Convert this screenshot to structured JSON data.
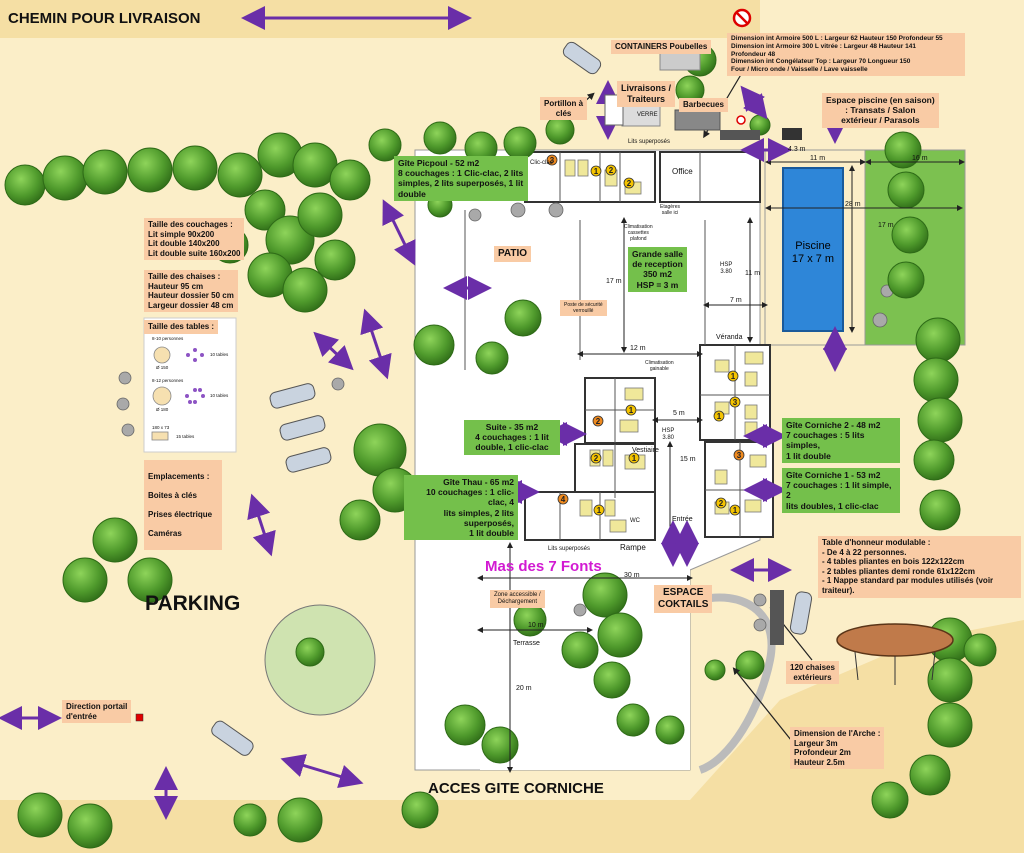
{
  "labels": {
    "chemin": "CHEMIN POUR LIVRAISON",
    "parking": "PARKING",
    "acces": "ACCES GITE CORNICHE",
    "mas": "Mas des 7 Fonts",
    "patio": "PATIO",
    "espace_coktails": "ESPACE\nCOKTAILS",
    "piscine": "Piscine\n17 x 7 m",
    "containers": "CONTAINERS Poubelles",
    "livraisons": "Livraisons /\nTraiteurs",
    "barbecues": "Barbecues",
    "portillon": "Portillon à\nclés",
    "armoire": "Dimension int Armoire 500 L : Largeur 62 Hauteur 150 Profondeur 55\nDimension int Armoire 300 L vitrée : Largeur 48 Hauteur 141\nProfondeur 48\nDimension int Congélateur Top : Largeur 70 Longueur 150\nFour / Micro onde / Vaisselle / Lave vaisselle",
    "espace_piscine": "Espace piscine (en saison)\n: Transats / Salon\nextérieur / Parasols",
    "gite_picpoul": "Gîte Picpoul - 52 m2\n8 couchages : 1 Clic-clac, 2 lits\nsimples, 2 lits superposés, 1 lit\ndouble",
    "grande_salle": "Grande salle\nde reception\n350 m2\nHSP = 3 m",
    "suite": "Suite - 35 m2\n4 couchages : 1 lit\ndouble, 1 clic-clac",
    "gite_thau": "Gîte Thau - 65 m2\n10 couchages : 1 clic-clac, 4\nlits simples, 2 lits\nsuperposés,\n1 lit double",
    "corniche2": "Gîte Corniche 2 - 48 m2\n7 couchages : 5 lits simples,\n1 lit double",
    "corniche1": "Gîte Corniche 1 - 53 m2\n7 couchages : 1 lit simple, 2\nlits doubles, 1 clic-clac",
    "taille_couchages": "Taille des couchages :\nLit simple 90x200\nLit double 140x200\nLit double suite 160x200",
    "taille_chaises": "Taille des chaises :\nHauteur 95 cm\nHauteur dossier 50 cm\nLargeur dossier 48 cm",
    "taille_tables": "Taille des tables :",
    "emplacements": "Emplacements :",
    "boites": "Boites à clés",
    "prises": "Prises électrique",
    "cameras": "Caméras",
    "direction": "Direction portail\nd'entrée",
    "table_honneur": "Table d'honneur modulable :\n- De 4 à 22 personnes.\n- 4 tables pliantes en bois 122x122cm\n- 2 tables pliantes demi ronde 61x122cm\n- 1 Nappe standard par modules utilisés (voir\ntraiteur).",
    "chaises_ext": "120 chaises\nextérieurs",
    "arche": "Dimension de l'Arche :\nLargeur 3m\nProfondeur 2m\nHauteur 2.5m",
    "zone_access": "Zone accessible /\nDéchargement",
    "poste_securite": "Poste de sécurité\nverrouillé",
    "office": "Office",
    "veranda": "Véranda",
    "vestiaire": "Vestiaire",
    "rampe": "Rampe",
    "entree": "Entrée",
    "terrasse": "Terrasse",
    "verre": "VERRE",
    "lits_sup_top": "Lits superposés",
    "lits_sup_bottom": "Lits superposés",
    "hsp_380_a": "HSP\n3.80",
    "hsp_380_b": "HSP\n3.80",
    "climatisation_plafond": "Climatisation\ncassettes\nplafond",
    "climatisation_gainable": "Climatisation\ngainable",
    "etagere": "Etagères\nsalle ici",
    "clic_clac": "Clic-clac",
    "wc": "WC"
  },
  "dimensions": {
    "d_4_3": "4.3 m",
    "d_11": "11 m",
    "d_16": "16 m",
    "d_28": "28 m",
    "d_17_pool": "17 m",
    "d_17_salle": "17 m",
    "d_11_salle": "11 m",
    "d_7": "7 m",
    "d_12": "12 m",
    "d_5": "5 m",
    "d_15": "15 m",
    "d_30": "30 m",
    "d_10": "10 m",
    "d_20": "20 m"
  },
  "legend_colors": {
    "boites": "#e00000",
    "prises": "#2255cc",
    "cameras": "#e6d200"
  },
  "table_sizes": {
    "row1": "Ø 150",
    "row1_people": "8-10 personnes",
    "row1_count": "10 tables",
    "row2": "Ø 180",
    "row2_people": "8-12 personnes",
    "row2_count": "10 tables",
    "row3": "180 x 73",
    "row3_count": "15 tables"
  },
  "colors": {
    "sand": "#f9e7b8",
    "grass": "#7cc150",
    "pool": "#2e86d8",
    "arrow": "#6a2ea8"
  }
}
